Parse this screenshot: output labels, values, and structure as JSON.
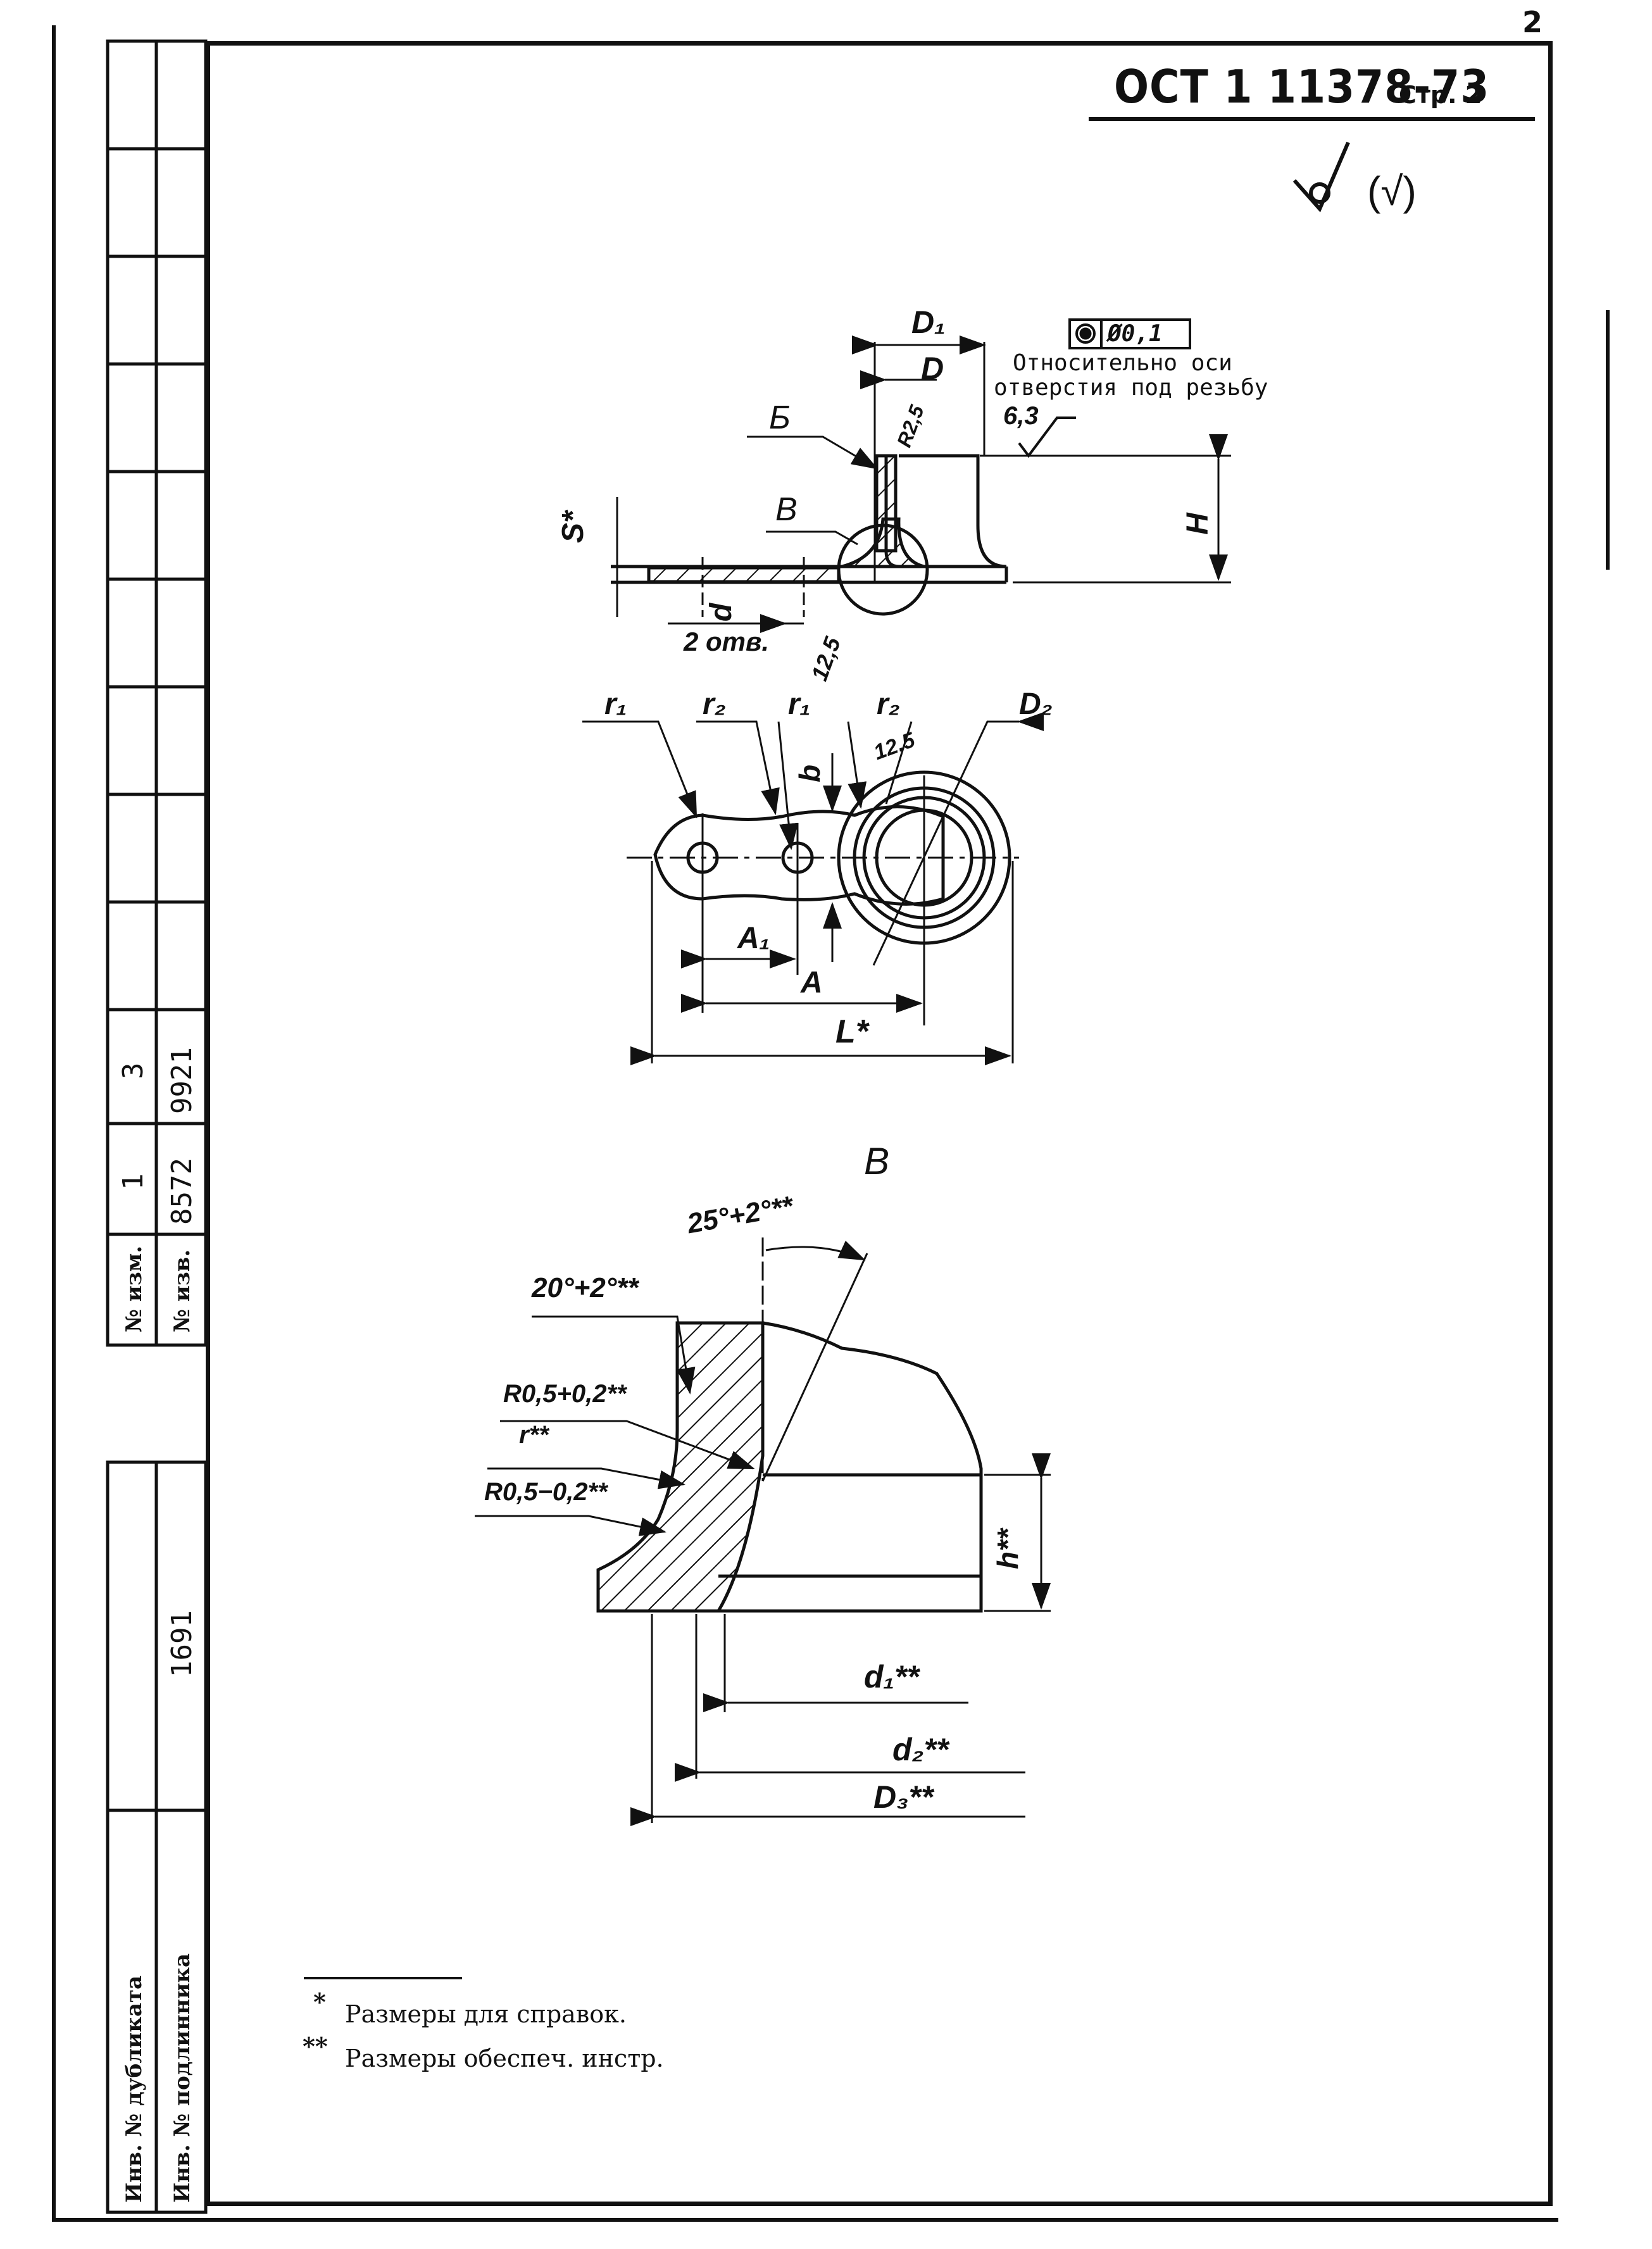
{
  "page_number": "2",
  "header": {
    "doc_code": "ОСТ 1 11378-73",
    "page_label": "Стр. 2"
  },
  "sidebar": {
    "izm_label": "№ изм.",
    "izv_label": "№ изв.",
    "izm_values": [
      "1",
      "3"
    ],
    "izv_values": [
      "8572",
      "9921"
    ],
    "dublikat_label": "Инв. № дубликата",
    "podlinnik_label": "Инв. № подлинника",
    "podlinnik_value": "1691"
  },
  "drawing": {
    "roughness_general": "(√)",
    "tolerance_frame": "Ø0,1",
    "tolerance_note_line1": "Относительно оси",
    "tolerance_note_line2": "отверстия под резьбу",
    "roughness_value": "6,3",
    "dim_D1": "D₁",
    "dim_D": "D",
    "dim_R25": "R2,5",
    "dim_B_upper": "Б",
    "dim_V": "В",
    "dim_S": "S*",
    "dim_H": "H",
    "dim_d": "d",
    "holes_note": "2 отв.",
    "dim_125_side": "12,5",
    "dim_r1_a": "r₁",
    "dim_r2_a": "r₂",
    "dim_r1_b": "r₁",
    "dim_r2_b": "r₂",
    "dim_b": "b",
    "dim_125_plan": "12,5",
    "dim_D2": "D₂",
    "dim_A1": "A₁",
    "dim_A": "A",
    "dim_L": "L*",
    "view_label": "В",
    "angle_25": "25°+2°**",
    "angle_20": "20°+2°**",
    "radius_R05_plus": "R0,5+0,2**",
    "radius_r": "r**",
    "radius_R05_minus": "R0,5−0,2**",
    "dim_h": "h**",
    "dim_d1": "d₁**",
    "dim_d2": "d₂**",
    "dim_D3": "D₃**"
  },
  "footnotes": {
    "ref_mark": "*",
    "ref_text": "Размеры для справок.",
    "tool_mark": "**",
    "tool_text": "Размеры обеспеч. инстр."
  }
}
